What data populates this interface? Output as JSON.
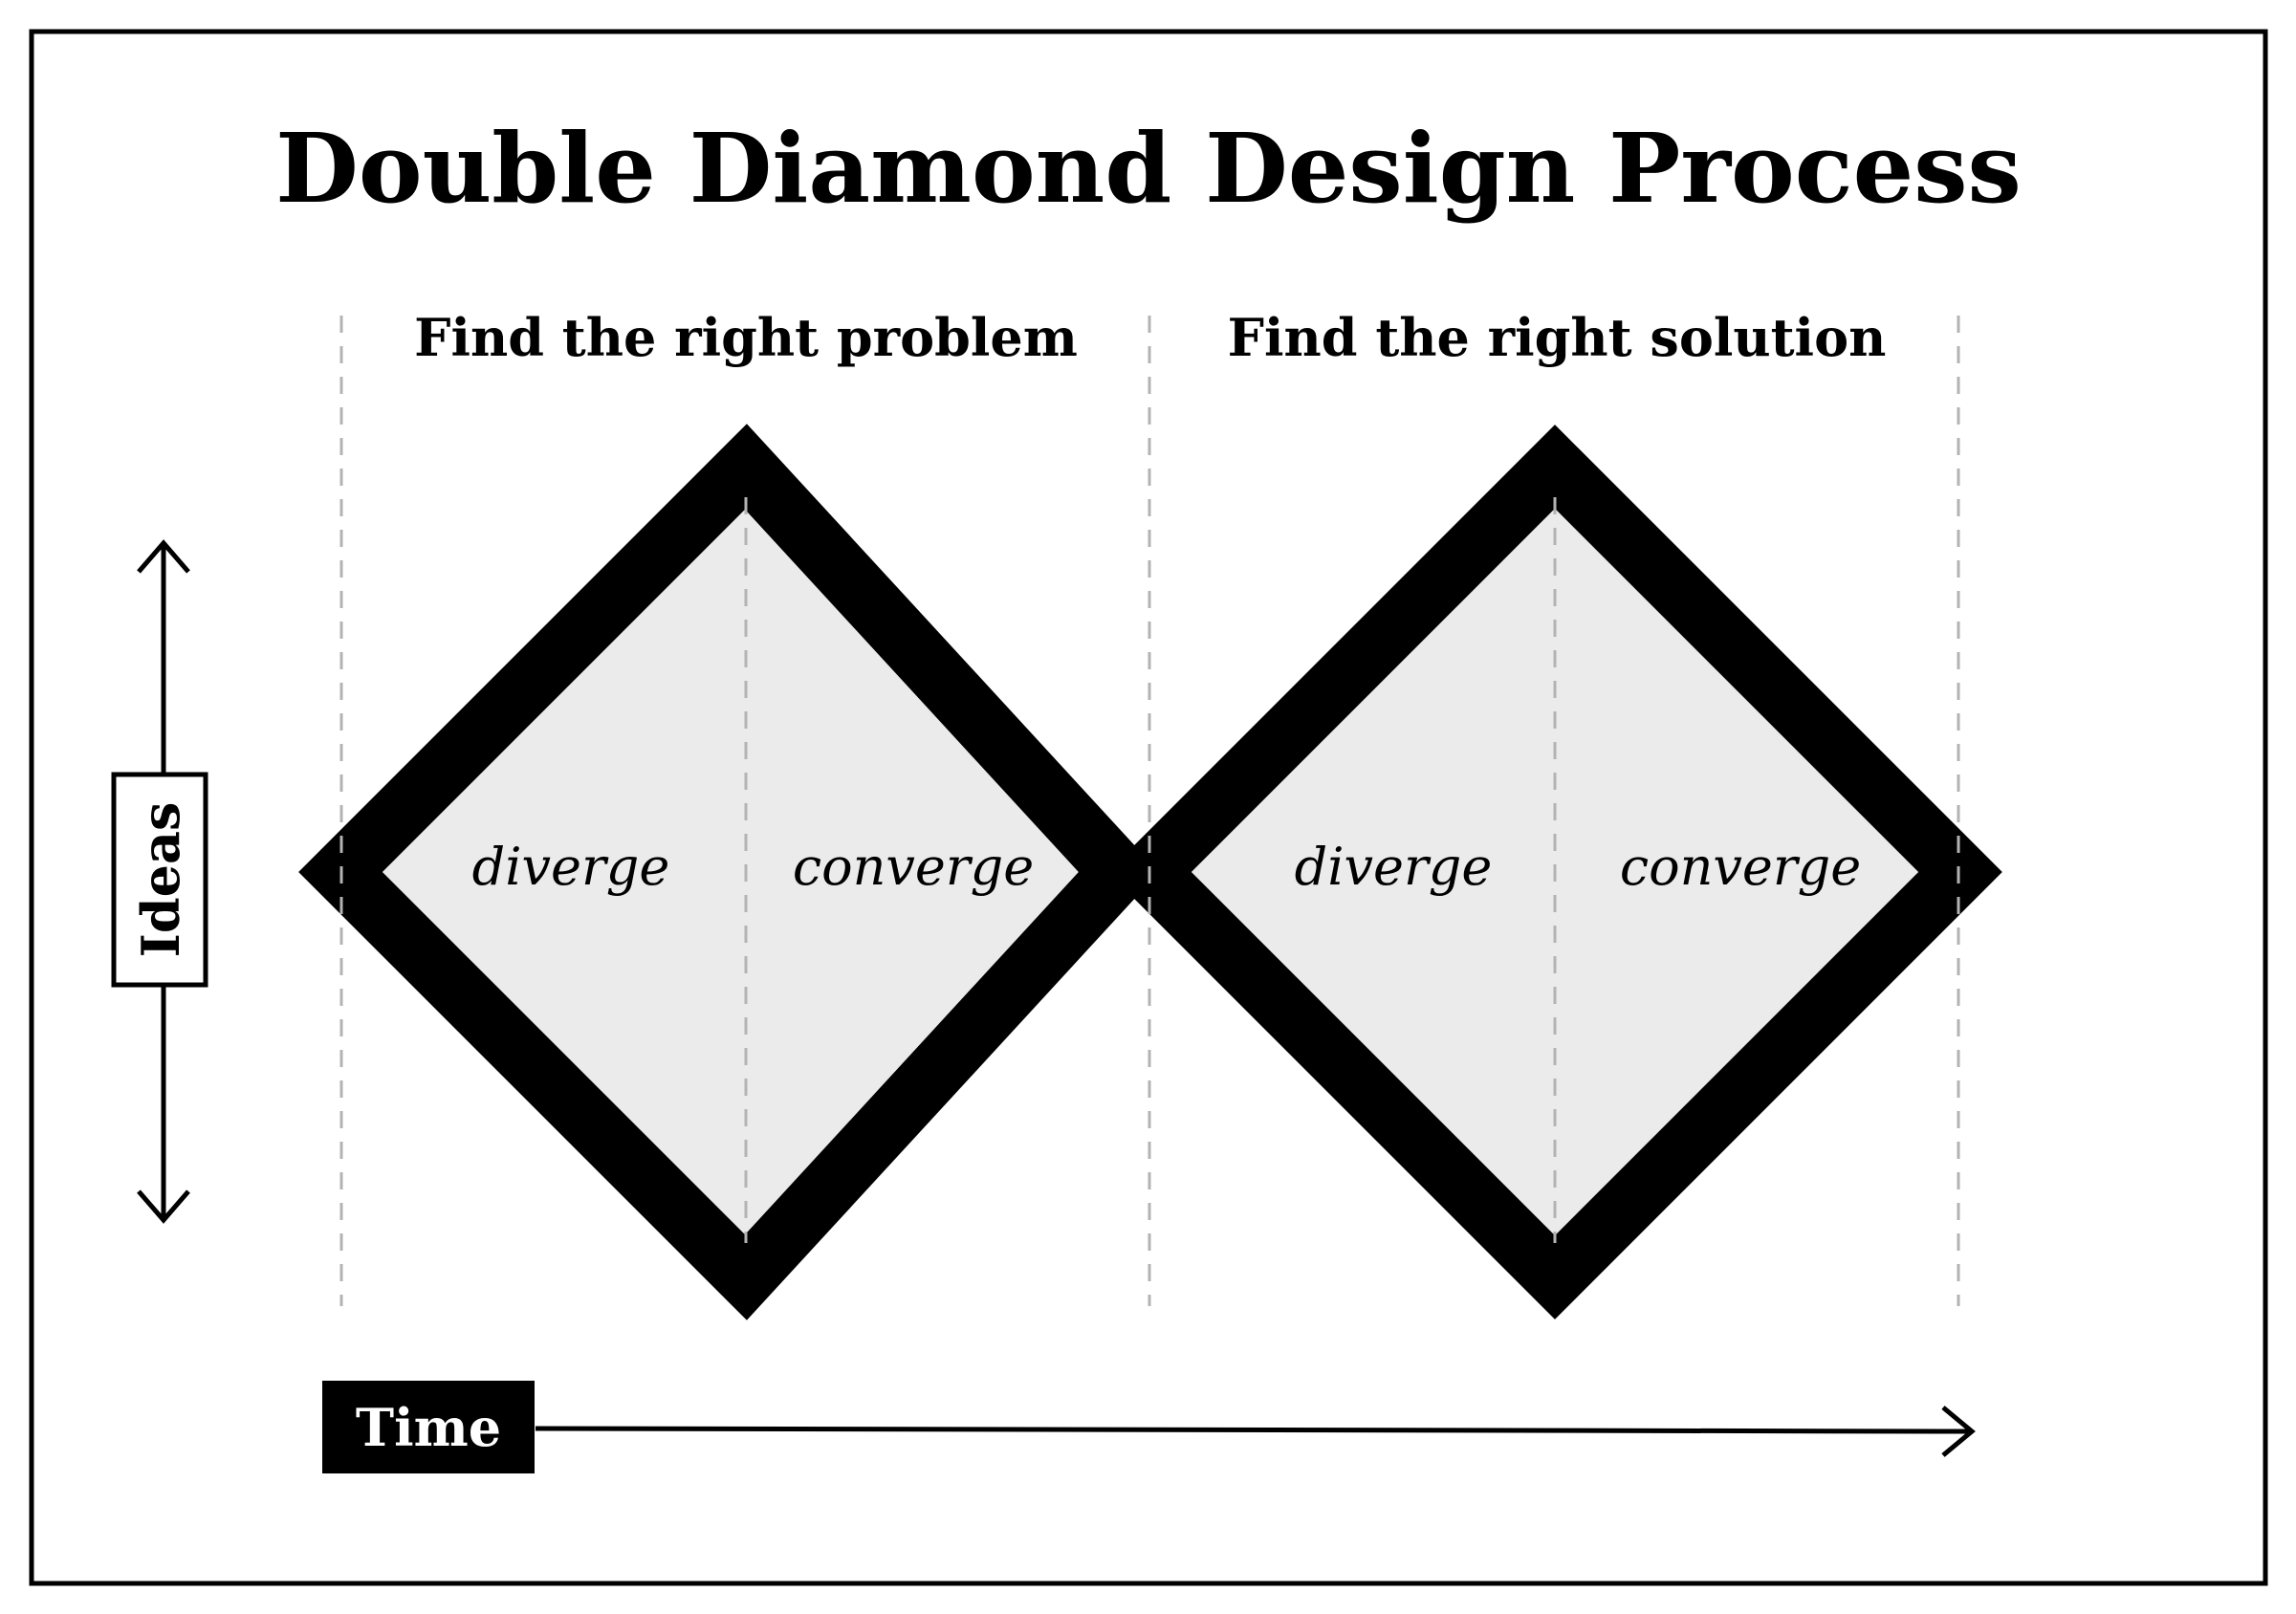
{
  "title": "Double Diamond Design Process",
  "phases": [
    {
      "heading": "Find the right problem",
      "left_label": "diverge",
      "right_label": "converge"
    },
    {
      "heading": "Find the right solution",
      "left_label": "diverge",
      "right_label": "converge"
    }
  ],
  "axes": {
    "vertical": "Ideas",
    "horizontal": "Time"
  },
  "colors": {
    "diamond_fill": "#ebebeb",
    "diamond_stroke": "#000000",
    "guide_line": "#b3b3b3",
    "time_box": "#000000",
    "time_text": "#ffffff"
  }
}
